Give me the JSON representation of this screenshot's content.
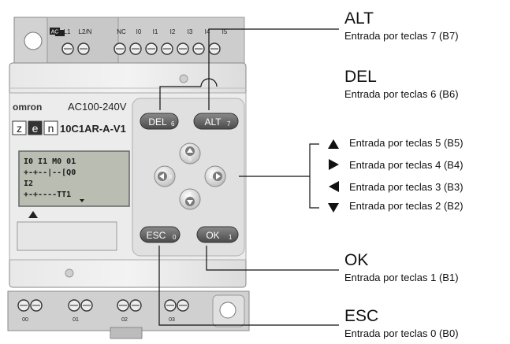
{
  "device": {
    "brand": "omron",
    "voltage": "AC100-240V",
    "logo_letters": [
      "z",
      "e",
      "n"
    ],
    "model": "10C1AR-A-V1",
    "input_terminals": [
      "AC",
      "L1",
      "L2/N",
      "NC",
      "I0",
      "I1",
      "I2",
      "I3",
      "I4",
      "I5"
    ],
    "output_terminals": [
      "00",
      "01",
      "02",
      "03"
    ],
    "lcd": {
      "lines": [
        "I0 I1 M0  01",
        "+-+--|--[Q0",
        " I2",
        "+-+----TT1"
      ]
    },
    "buttons": {
      "del": {
        "label": "DEL",
        "num": "6"
      },
      "alt": {
        "label": "ALT",
        "num": "7"
      },
      "esc": {
        "label": "ESC",
        "num": "0"
      },
      "ok": {
        "label": "OK",
        "num": "1"
      },
      "up_num": "5",
      "right_num": "4",
      "left_num": "3",
      "down_num": "2"
    }
  },
  "callouts": {
    "alt": {
      "title": "ALT",
      "desc": "Entrada por teclas 7 (B7)"
    },
    "del": {
      "title": "DEL",
      "desc": "Entrada por teclas 6 (B6)"
    },
    "arrows": [
      {
        "arrow": "up-arrow",
        "desc": "Entrada por teclas 5 (B5)"
      },
      {
        "arrow": "right-arrow",
        "desc": "Entrada por teclas 4 (B4)"
      },
      {
        "arrow": "left-arrow",
        "desc": "Entrada por teclas 3 (B3)"
      },
      {
        "arrow": "down-arrow",
        "desc": "Entrada por teclas 2 (B2)"
      }
    ],
    "ok": {
      "title": "OK",
      "desc": "Entrada por teclas 1 (B1)"
    },
    "esc": {
      "title": "ESC",
      "desc": "Entrada por teclas 0 (B0)"
    }
  }
}
